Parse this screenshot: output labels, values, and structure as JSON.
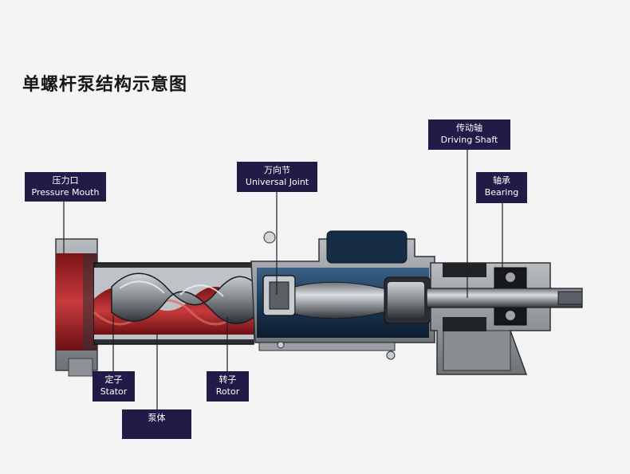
{
  "title": "单螺杆泵结构示意图",
  "labels": {
    "pressure_mouth": {
      "zh": "压力口",
      "en": "Pressure Mouth"
    },
    "universal_joint": {
      "zh": "万向节",
      "en": "Universal Joint"
    },
    "driving_shaft": {
      "zh": "传动轴",
      "en": "Driving Shaft"
    },
    "bearing": {
      "zh": "轴承",
      "en": "Bearing"
    },
    "stator": {
      "zh": "定子",
      "en": "Stator"
    },
    "rotor": {
      "zh": "转子",
      "en": "Rotor"
    },
    "pump_body": {
      "zh": "泵体"
    }
  },
  "colors": {
    "label_bg": "#241a47",
    "stator_red": "#a8242a",
    "housing_gray": "#9a9ea3",
    "chamber_blue": "#1c3a5a"
  }
}
